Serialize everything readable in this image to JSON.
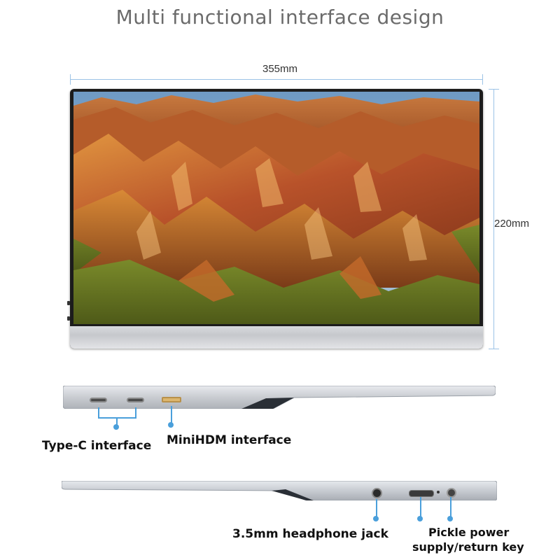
{
  "title": "Multi functional interface design",
  "dimensions": {
    "width": "355mm",
    "height": "220mm"
  },
  "callouts": {
    "type_c": "Type-C interface",
    "mini_hdmi": "MiniHDM interface",
    "headphone": "3.5mm headphone jack",
    "power_line1": "Pickle power",
    "power_line2": "supply/return key"
  },
  "colors": {
    "accent": "#4a9fdb",
    "dimension_line": "#9cc3e6",
    "frame": "#1c1c1c",
    "chin": "#d3d5d9"
  }
}
